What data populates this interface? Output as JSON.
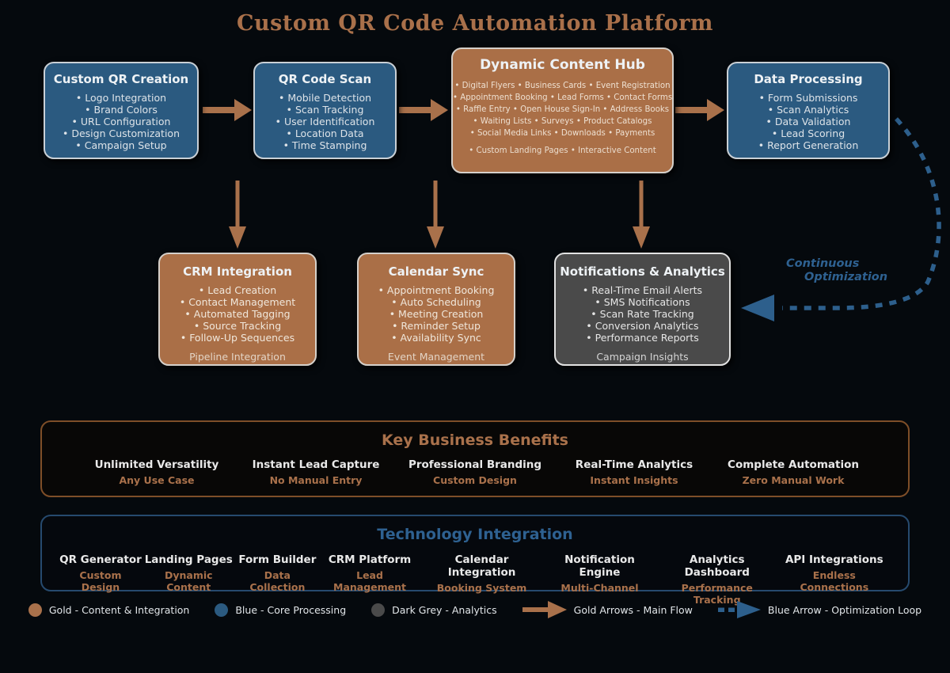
{
  "page_title": "Custom QR Code Automation Platform",
  "colors": {
    "background": "#05090d",
    "gold": "#a9714b",
    "blue": "#2b5a80",
    "dark_grey": "#4a4a4a",
    "arrow_gold": "#a9714b",
    "arrow_blue_dashed": "#2d5f8c",
    "title_gold": "#a9704a",
    "tech_title_blue": "#2e6191"
  },
  "top_row": [
    {
      "title": "Custom QR Creation",
      "items": [
        "• Logo Integration",
        "• Brand Colors",
        "• URL Configuration",
        "• Design Customization",
        "• Campaign Setup"
      ]
    },
    {
      "title": "QR Code Scan",
      "items": [
        "• Mobile Detection",
        "• Scan Tracking",
        "• User Identification",
        "• Location Data",
        "• Time Stamping"
      ]
    },
    {
      "title": "Dynamic Content Hub",
      "items": [
        "• Digital Flyers • Business Cards • Event Registration",
        "• Appointment Booking • Lead Forms • Contact Forms",
        "• Raffle Entry • Open House Sign-In • Address Books",
        "• Waiting Lists • Surveys • Product Catalogs",
        "• Social Media Links • Downloads • Payments"
      ],
      "footer": "• Custom Landing Pages • Interactive Content"
    },
    {
      "title": "Data Processing",
      "items": [
        "• Form Submissions",
        "• Scan Analytics",
        "• Data Validation",
        "• Lead Scoring",
        "• Report Generation"
      ]
    }
  ],
  "second_row": [
    {
      "title": "CRM Integration",
      "items": [
        "• Lead Creation",
        "• Contact Management",
        "• Automated Tagging",
        "• Source Tracking",
        "• Follow-Up Sequences"
      ],
      "footer": "Pipeline Integration"
    },
    {
      "title": "Calendar Sync",
      "items": [
        "• Appointment Booking",
        "• Auto Scheduling",
        "• Meeting Creation",
        "• Reminder Setup",
        "• Availability Sync"
      ],
      "footer": "Event Management"
    },
    {
      "title": "Notifications & Analytics",
      "items": [
        "• Real-Time Email Alerts",
        "• SMS Notifications",
        "• Scan Rate Tracking",
        "• Conversion Analytics",
        "• Performance Reports"
      ],
      "footer": "Campaign Insights"
    }
  ],
  "optimization_label": {
    "line1": "Continuous",
    "line2": "Optimization"
  },
  "benefits": {
    "title": "Key Business Benefits",
    "items": [
      {
        "title": "Unlimited Versatility",
        "subtitle": "Any Use Case"
      },
      {
        "title": "Instant Lead Capture",
        "subtitle": "No Manual Entry"
      },
      {
        "title": "Professional Branding",
        "subtitle": "Custom Design"
      },
      {
        "title": "Real-Time Analytics",
        "subtitle": "Instant Insights"
      },
      {
        "title": "Complete Automation",
        "subtitle": "Zero Manual Work"
      }
    ]
  },
  "technology": {
    "title": "Technology Integration",
    "items": [
      {
        "title": "QR Generator",
        "subtitle": "Custom Design"
      },
      {
        "title": "Landing Pages",
        "subtitle": "Dynamic Content"
      },
      {
        "title": "Form Builder",
        "subtitle": "Data Collection"
      },
      {
        "title": "CRM Platform",
        "subtitle": "Lead Management"
      },
      {
        "title": "Calendar Integration",
        "subtitle": "Booking System"
      },
      {
        "title": "Notification Engine",
        "subtitle": "Multi-Channel"
      },
      {
        "title": "Analytics Dashboard",
        "subtitle": "Performance Tracking"
      },
      {
        "title": "API Integrations",
        "subtitle": "Endless Connections"
      }
    ]
  },
  "legend": {
    "color_items": [
      {
        "label": "Gold - Content & Integration",
        "color": "#a9714b"
      },
      {
        "label": "Blue - Core Processing",
        "color": "#2b5a80"
      },
      {
        "label": "Dark Grey - Analytics",
        "color": "#4a4a4a"
      }
    ],
    "arrow_items": [
      {
        "label": "Gold Arrows - Main Flow"
      },
      {
        "label": "Blue Arrow - Optimization Loop"
      }
    ]
  }
}
